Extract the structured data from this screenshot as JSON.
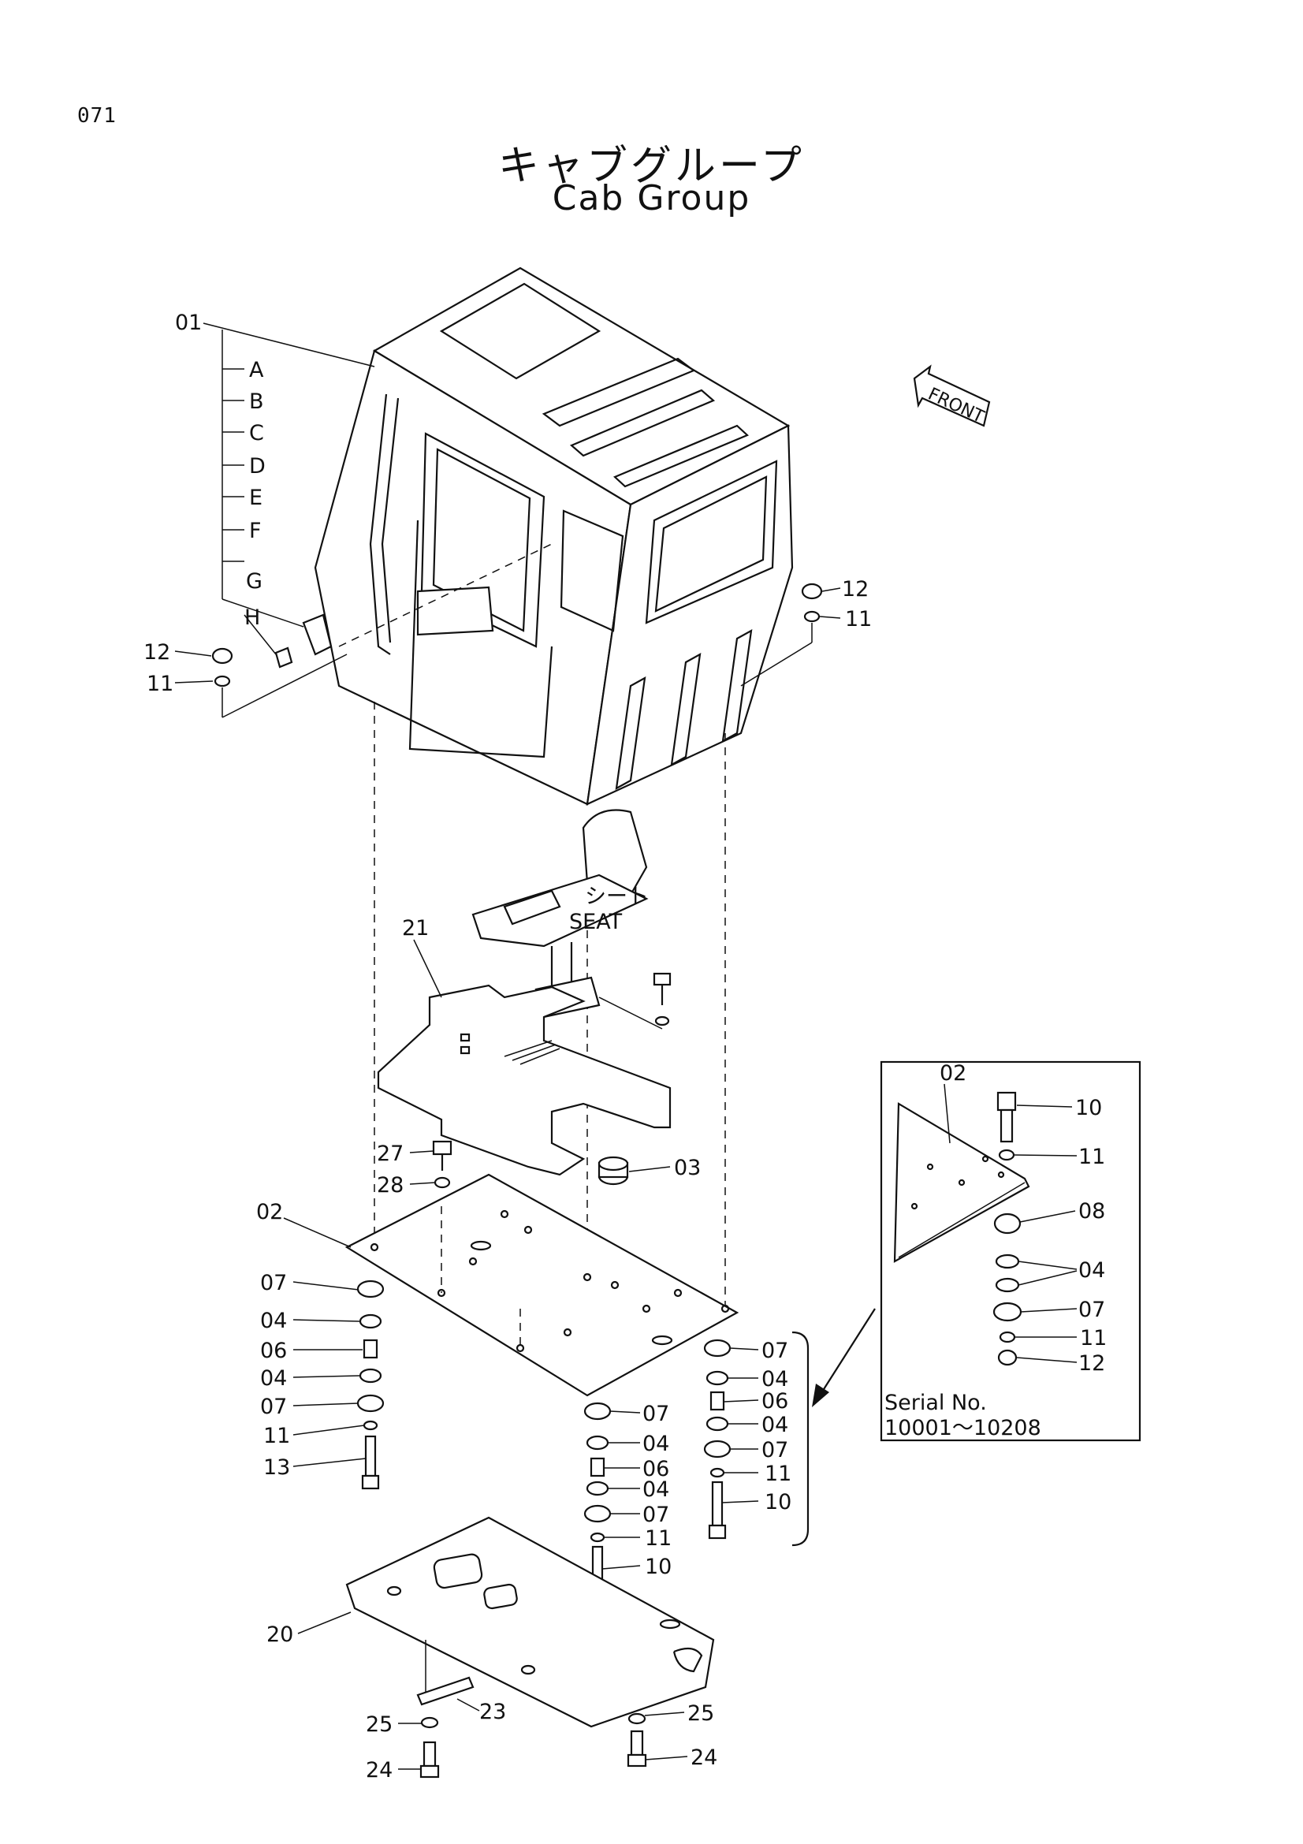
{
  "page_number": "071",
  "title_jp": "キャブグループ",
  "title_en": "Cab Group",
  "front_marker": "FRONT",
  "seat_label_jp": "シート",
  "seat_label_en": "SEAT",
  "cab_sublabels": [
    "A",
    "B",
    "C",
    "D",
    "E",
    "F",
    "G",
    "H"
  ],
  "callouts": {
    "c01": "01",
    "c12_left": "12",
    "c11_left": "11",
    "c12_right": "12",
    "c11_right": "11",
    "c21": "21",
    "c27": "27",
    "c28": "28",
    "c03": "03",
    "c02": "02",
    "l07a": "07",
    "l04a": "04",
    "l06": "06",
    "l04b": "04",
    "l07b": "07",
    "l11": "11",
    "l13": "13",
    "m07a": "07",
    "m04a": "04",
    "m06": "06",
    "m04b": "04",
    "m07b": "07",
    "m11": "11",
    "m10": "10",
    "r07a": "07",
    "r04a": "04",
    "r06": "06",
    "r04b": "04",
    "r07b": "07",
    "r11": "11",
    "r10": "10",
    "c20": "20",
    "c23": "23",
    "c25_left": "25",
    "c25_right": "25",
    "c24_left": "24",
    "c24_right": "24"
  },
  "inset": {
    "c02": "02",
    "c10": "10",
    "c11a": "11",
    "c08": "08",
    "c04": "04",
    "c07": "07",
    "c11b": "11",
    "c12": "12",
    "serial_label": "Serial No.",
    "serial_range": "10001～10208"
  }
}
